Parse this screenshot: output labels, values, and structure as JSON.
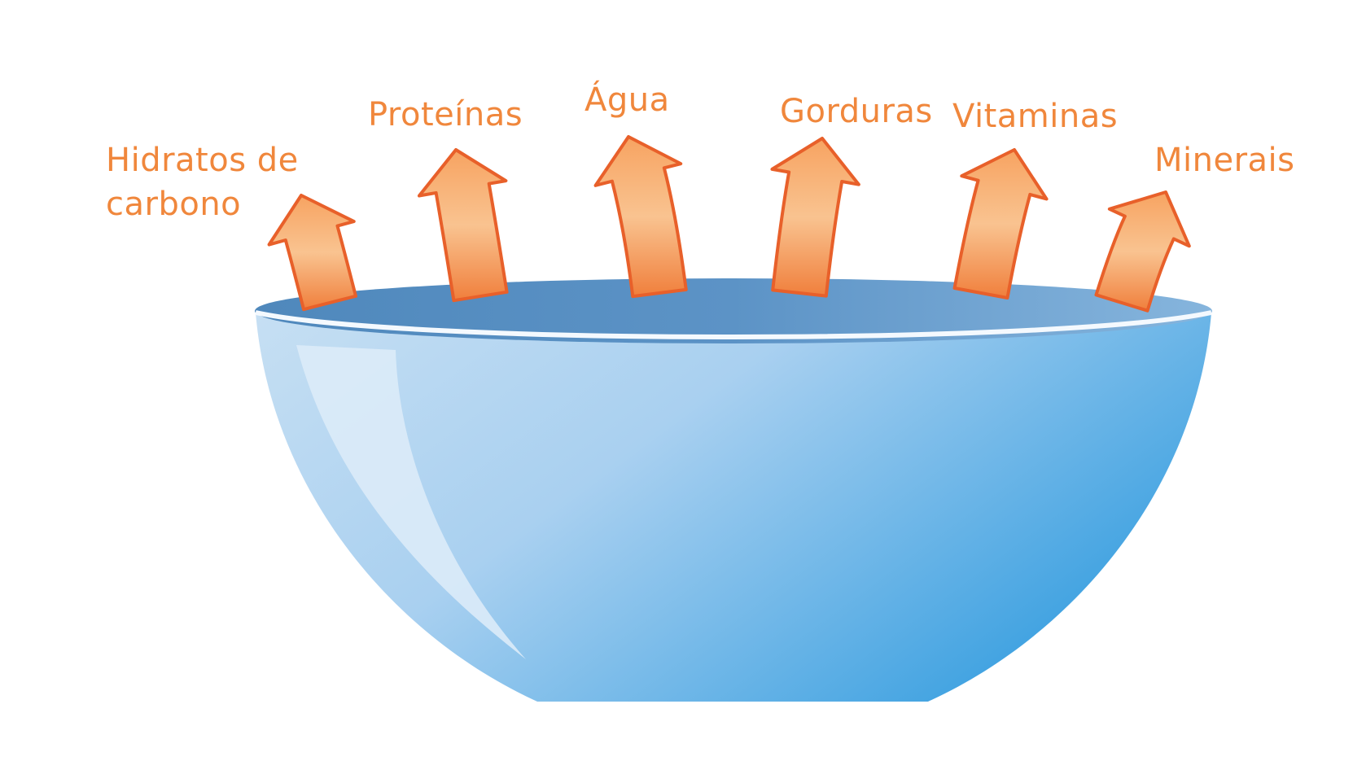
{
  "colors": {
    "label_text": "#F0873C",
    "arrow_light": "#F9C08A",
    "arrow_dark": "#F07A35",
    "arrow_edge": "#E8602A",
    "bowl_light": "#C2DCF2",
    "bowl_mid": "#9CC9EE",
    "bowl_dark": "#44A4E2",
    "bowl_rim": "#5A93C4",
    "bowl_highlight": "#DCEBF8"
  },
  "nutrients": [
    {
      "id": "hidratos",
      "label": "Hidratos de carbono",
      "icon": "arrow-up-curved-icon"
    },
    {
      "id": "proteinas",
      "label": "Proteínas",
      "icon": "arrow-up-curved-icon"
    },
    {
      "id": "agua",
      "label": "Água",
      "icon": "arrow-up-curved-icon"
    },
    {
      "id": "gorduras",
      "label": "Gorduras",
      "icon": "arrow-up-curved-icon"
    },
    {
      "id": "vitaminas",
      "label": "Vitaminas",
      "icon": "arrow-up-curved-icon"
    },
    {
      "id": "minerais",
      "label": "Minerais",
      "icon": "arrow-up-curved-icon"
    }
  ],
  "bowl": {
    "icon": "bowl-icon"
  }
}
